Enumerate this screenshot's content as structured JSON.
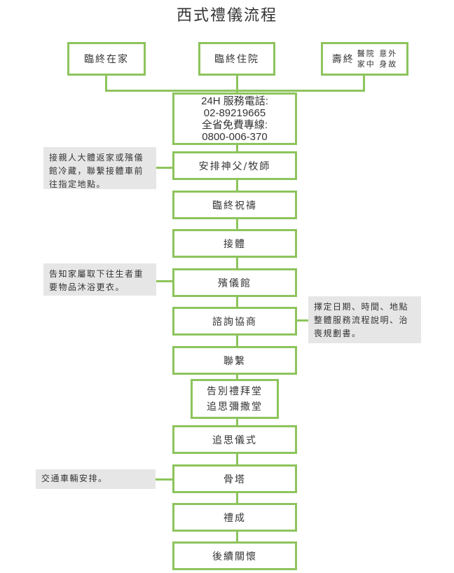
{
  "title": "西式禮儀流程",
  "top": [
    "臨終在家",
    "臨終住院"
  ],
  "top3": {
    "main": "壽終",
    "a1": "醫院",
    "a2": "家中",
    "b1": "意外",
    "b2": "身故"
  },
  "phone": {
    "l1": "24H 服務電話:",
    "l2": "02-89219665",
    "l3": "全省免費專線:",
    "l4": "0800-006-370"
  },
  "steps": [
    "安排神父/牧師",
    "臨終祝禱",
    "接體",
    "殯儀館",
    "諮詢協商",
    "聯繫",
    "告別禮拜堂",
    "追思彌撒堂",
    "追思儀式",
    "骨塔",
    "禮成",
    "後續關懷"
  ],
  "notes": [
    "接親人大體返家或殯儀館冷藏，聯繫接體車前往指定地點。",
    "告知家屬取下往生者重要物品沐浴更衣。",
    "擇定日期、時間、地點整體服務流程說明、治喪規劃書。",
    "交通車輛安排。"
  ],
  "colors": {
    "green": "#8dc45c",
    "note": "#e6e6e6"
  }
}
